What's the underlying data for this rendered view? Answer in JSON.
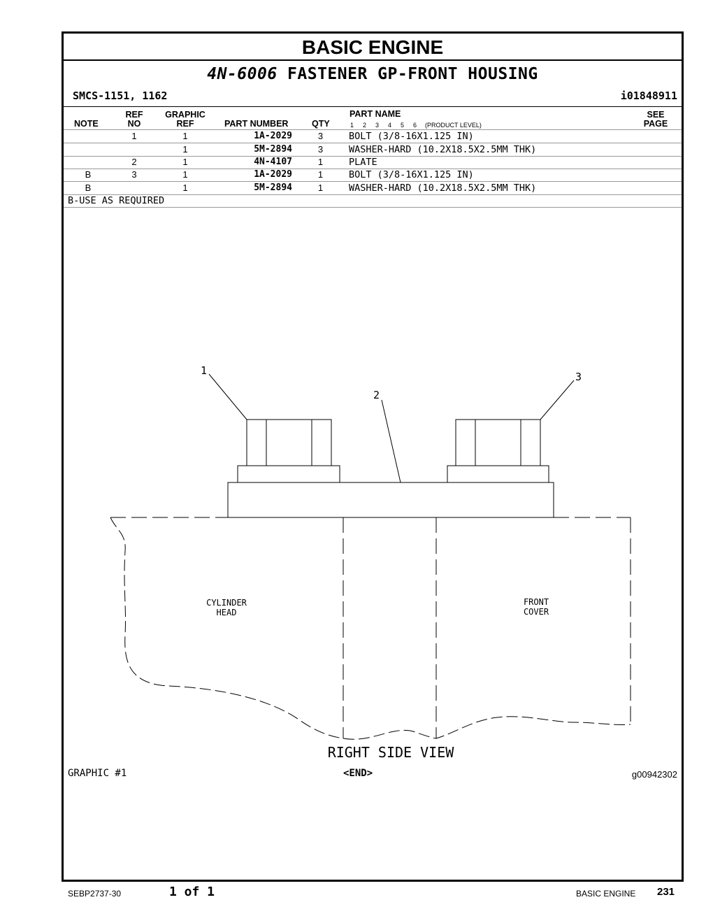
{
  "title": "BASIC ENGINE",
  "subtitle": {
    "part": "4N-6006",
    "name": "FASTENER GP-FRONT HOUSING"
  },
  "smcs": "SMCS-1151, 1162",
  "doc_id": "i01848911",
  "headers": {
    "note": "NOTE",
    "ref_top": "REF",
    "ref_bottom": "NO",
    "graphic_top": "GRAPHIC",
    "graphic_bottom": "REF",
    "part_number": "PART NUMBER",
    "qty": "QTY",
    "part_name": "PART NAME",
    "levels": [
      "1",
      "2",
      "3",
      "4",
      "5",
      "6"
    ],
    "product_level": "(PRODUCT LEVEL)",
    "see_top": "SEE",
    "see_bottom": "PAGE"
  },
  "rows": [
    {
      "note": "",
      "ref": "1",
      "graphic": "1",
      "part": "1A-2029",
      "qty": "3",
      "name": "BOLT (3/8-16X1.125 IN)"
    },
    {
      "note": "",
      "ref": "",
      "graphic": "1",
      "part": "5M-2894",
      "qty": "3",
      "name": "WASHER-HARD (10.2X18.5X2.5MM THK)"
    },
    {
      "note": "",
      "ref": "2",
      "graphic": "1",
      "part": "4N-4107",
      "qty": "1",
      "name": "PLATE"
    },
    {
      "note": "B",
      "ref": "3",
      "graphic": "1",
      "part": "1A-2029",
      "qty": "1",
      "name": "BOLT (3/8-16X1.125 IN)"
    },
    {
      "note": "B",
      "ref": "",
      "graphic": "1",
      "part": "5M-2894",
      "qty": "1",
      "name": "WASHER-HARD (10.2X18.5X2.5MM THK)"
    }
  ],
  "note_text": "B-USE AS REQUIRED",
  "drawing": {
    "callouts": [
      "1",
      "2",
      "3"
    ],
    "label_left": [
      "CYLINDER",
      "HEAD"
    ],
    "label_right": [
      "FRONT",
      "COVER"
    ],
    "view_title": "RIGHT SIDE VIEW"
  },
  "graphic_label": "GRAPHIC #1",
  "end_mark": "<END>",
  "graphic_number": "g00942302",
  "footer": {
    "doc": "SEBP2737-30",
    "page_of": "1 of 1",
    "section": "BASIC ENGINE",
    "page_number": "231"
  }
}
